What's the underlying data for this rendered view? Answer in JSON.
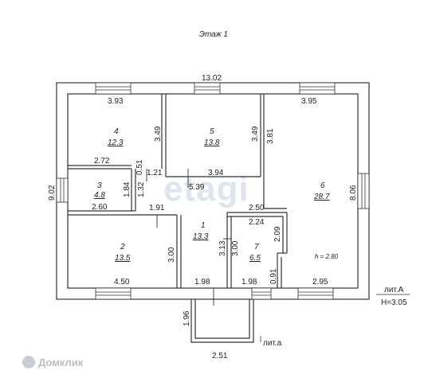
{
  "floor_title": "Этаж 1",
  "overall": {
    "width": "13.02",
    "height_left": "9.02",
    "height_right": "8.06"
  },
  "rooms": [
    {
      "num": "4",
      "area": "12.3"
    },
    {
      "num": "5",
      "area": "13.8"
    },
    {
      "num": "6",
      "area": "28.7"
    },
    {
      "num": "3",
      "area": "4.8"
    },
    {
      "num": "1",
      "area": "13.3"
    },
    {
      "num": "2",
      "area": "13.5"
    },
    {
      "num": "7",
      "area": "6.5"
    }
  ],
  "dimensions": {
    "d_393": "3.93",
    "d_395": "3.95",
    "d_349a": "3.49",
    "d_349b": "3.49",
    "d_381": "3.81",
    "d_272": "2.72",
    "d_051": "0.51",
    "d_121": "1.21",
    "d_394": "3.94",
    "d_539": "5.39",
    "d_184": "1.84",
    "d_132": "1.32",
    "d_260": "2.60",
    "d_191": "1.91",
    "d_250": "2.50",
    "d_224": "2.24",
    "d_209": "2.09",
    "d_313": "3.13",
    "d_300a": "3.00",
    "d_300b": "3.00",
    "d_450": "4.50",
    "d_198a": "1.98",
    "d_198b": "1.98",
    "d_091": "0.91",
    "d_295": "2.95",
    "d_196": "1.96",
    "d_251": "2.51"
  },
  "ceiling_height": "h = 2.80",
  "lit_a": "лит.А",
  "lit_a_height": "H=3.05",
  "lit_porch": "лит.а",
  "watermark": "etagi",
  "logo_text": "Домклик"
}
